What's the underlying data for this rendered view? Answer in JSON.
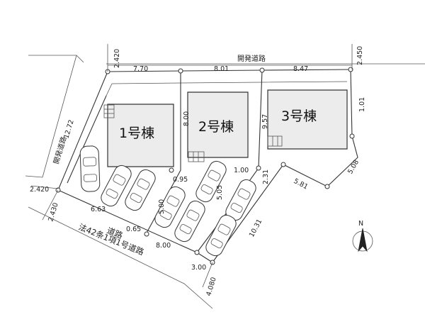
{
  "roads": {
    "kaihatsu_north": "開発道路",
    "kaihatsu_west": "開発道路",
    "south_line1": "道路",
    "south_line2": "法42条1項1号道路"
  },
  "houses": [
    "1号棟",
    "2号棟",
    "3号棟"
  ],
  "dims": {
    "n_west_offset": "2.420",
    "n_1": "7.70",
    "n_2": "8.01",
    "n_3": "8.47",
    "n_east_offset": "2.450",
    "w_edge": "12.72",
    "w_offset": "2.420",
    "s_offset": "2.430",
    "s_1": "6.63",
    "s_2": "0.65",
    "s_3": "8.00",
    "s_4": "3.00",
    "s_corner": "4.080",
    "div_1_2_top": "8.00",
    "div_1_2_low": "0.95",
    "div_2_3": "9.57",
    "div_2_3_low": "1.00",
    "div_3_low": "2.31",
    "lot_5_00a": "5.00",
    "lot_5_05": "5.05",
    "e_1": "1.01",
    "e_2": "5.08",
    "e_3": "5.81",
    "e_4": "10.31"
  },
  "north_arrow": "N"
}
